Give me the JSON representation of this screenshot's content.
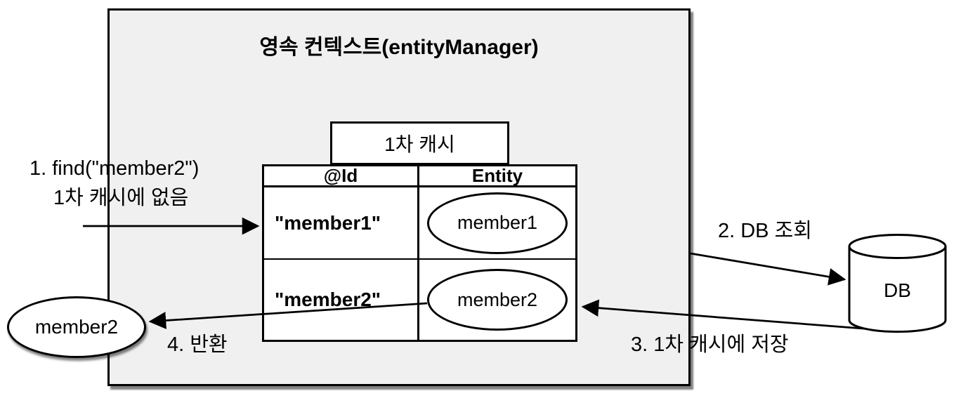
{
  "diagram": {
    "title": "영속 컨텍스트(entityManager)",
    "cache_label": "1차 캐시",
    "table": {
      "headers": [
        "@Id",
        "Entity"
      ],
      "rows": [
        {
          "id": "\"member1\"",
          "entity": "member1"
        },
        {
          "id": "\"member2\"",
          "entity": "member2"
        }
      ]
    },
    "result_entity": "member2",
    "db_label": "DB",
    "steps": {
      "step1_line1": "1. find(\"member2\")",
      "step1_line2": "1차 캐시에 없음",
      "step2": "2. DB 조회",
      "step3": "3. 1차 캐시에 저장",
      "step4": "4. 반환"
    },
    "colors": {
      "background": "#ffffff",
      "context_box_fill": "#f0f0f0",
      "shape_fill": "#ffffff",
      "line_color": "#000000"
    }
  }
}
